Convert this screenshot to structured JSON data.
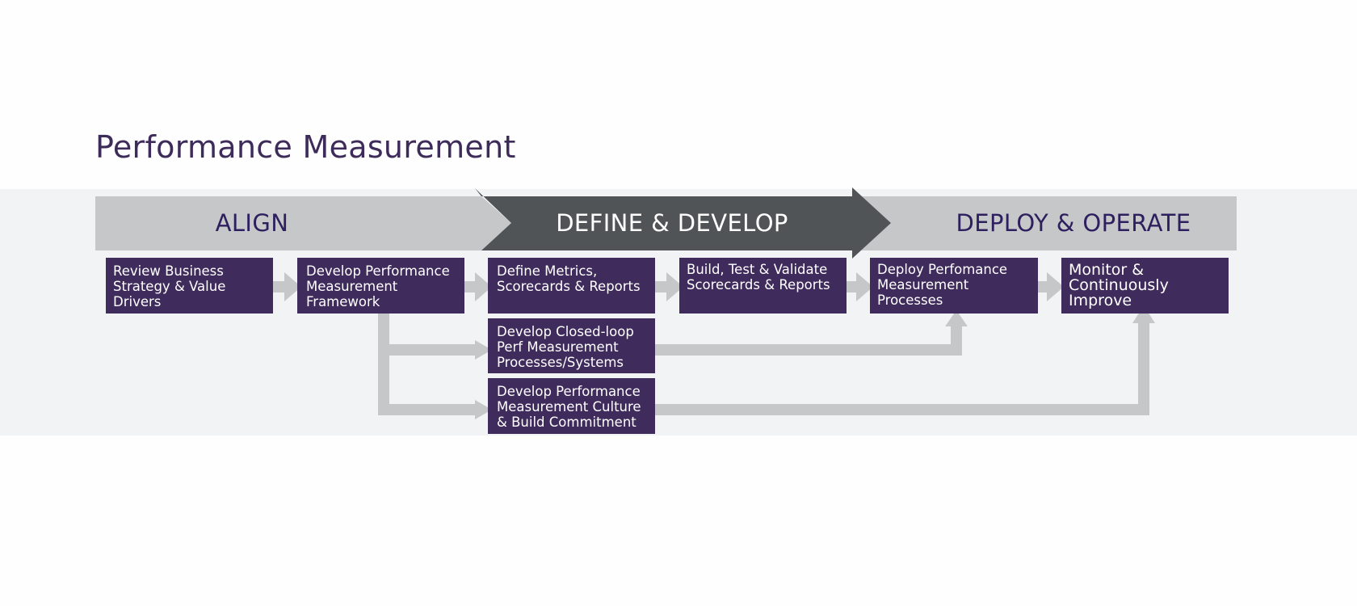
{
  "title": "Performance Measurement",
  "phases": {
    "align": "ALIGN",
    "define": "DEFINE & DEVELOP",
    "deploy": "DEPLOY & OPERATE"
  },
  "steps": {
    "review": "Review Business Strategy & Value Drivers",
    "framework": "Develop Performance Measurement Framework",
    "metrics": "Define Metrics, Scorecards & Reports",
    "build": "Build, Test & Validate Scorecards & Reports",
    "deploy": "Deploy Perfomance Measurement Processes",
    "monitor": "Monitor & Continuously Improve",
    "closed_loop": "Develop Closed-loop Perf Measurement Processes/Systems",
    "culture": "Develop Performance Measurement Culture & Build Commitment"
  },
  "colors": {
    "title": "#3d2b5a",
    "step_box": "#3f2b5c",
    "phase_light": "#c6c7c9",
    "phase_dark": "#505456",
    "phase_text_dark": "#2e1f5e",
    "connector": "#c6c7c9",
    "band": "#f2f3f5"
  }
}
